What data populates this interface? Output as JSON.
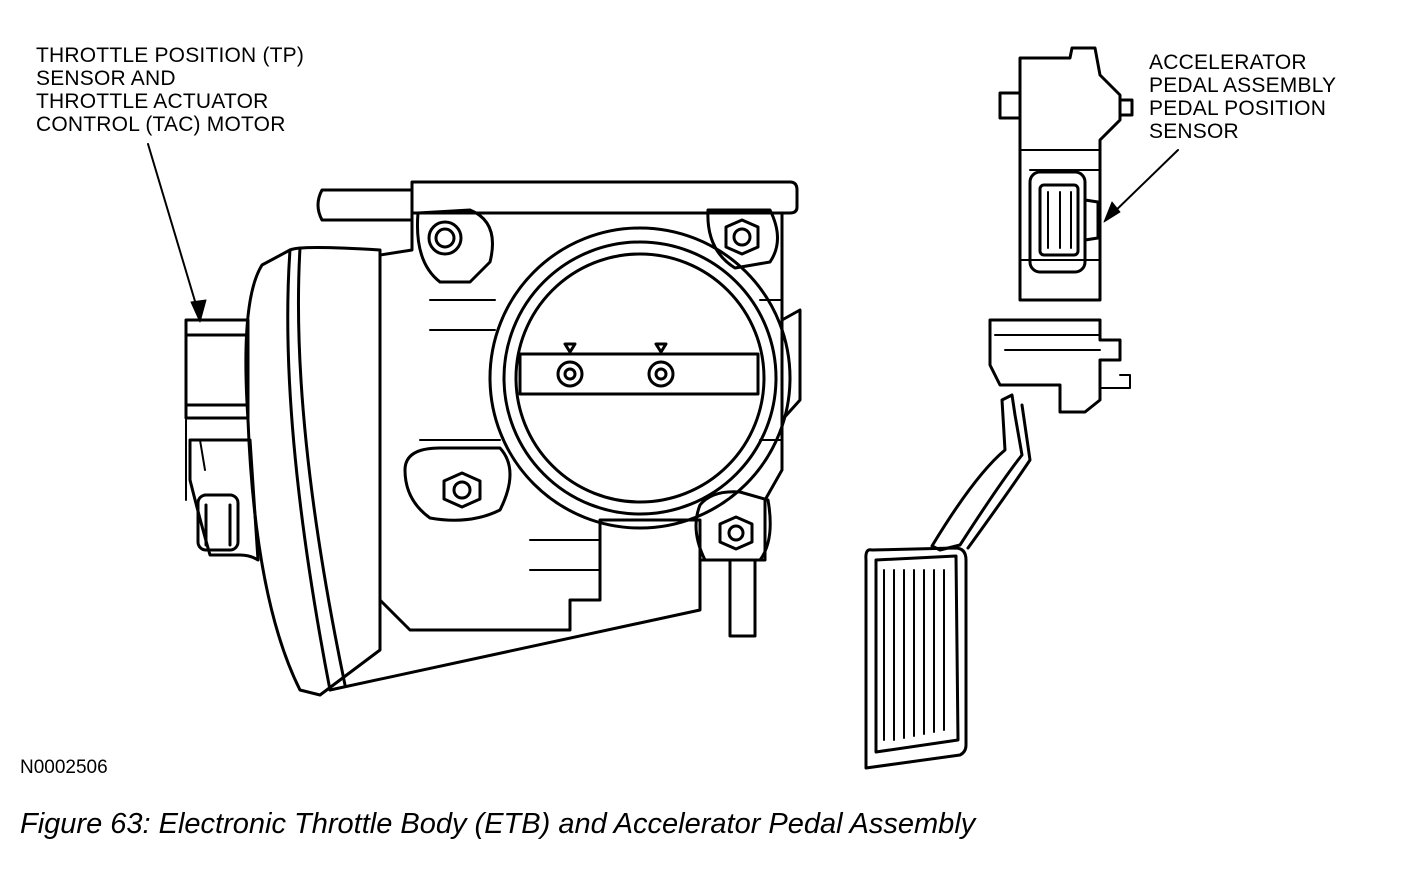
{
  "callouts": {
    "tp_sensor": {
      "lines": [
        "THROTTLE POSITION (TP)",
        "SENSOR AND",
        "THROTTLE ACTUATOR",
        "CONTROL (TAC) MOTOR"
      ]
    },
    "pedal_sensor": {
      "lines": [
        "ACCELERATOR",
        "PEDAL ASSEMBLY",
        "PEDAL POSITION",
        "SENSOR"
      ]
    }
  },
  "drawing_id": "N0002506",
  "caption": "Figure 63: Electronic Throttle Body (ETB) and Accelerator Pedal Assembly",
  "colors": {
    "line": "#000000",
    "background": "#ffffff"
  }
}
